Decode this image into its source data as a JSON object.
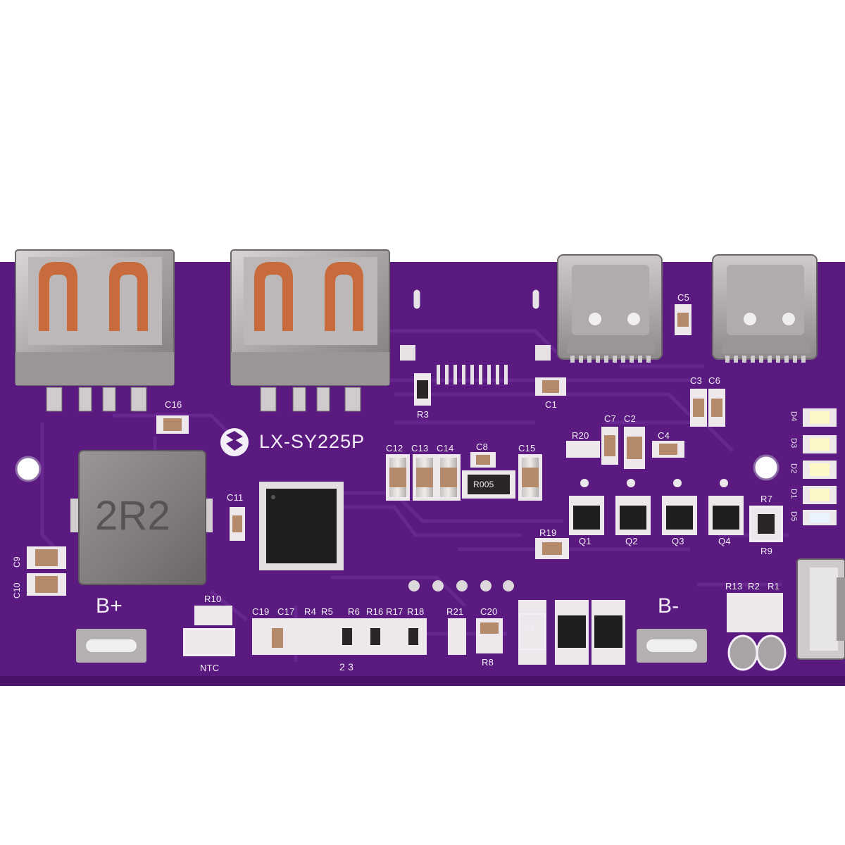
{
  "board": {
    "model_marking": "LX-SY225P",
    "inductor_marking": "2R2",
    "sense_resistor_marking": "R005",
    "colors": {
      "pcb": "#5a1a80",
      "pcb_dark": "#4a1268",
      "trace": "#6b2a93",
      "silkscreen": "#f3eef7",
      "metal": "#a9a5a6",
      "copper_contact": "#c76a3c",
      "chip": "#1f1f22",
      "background": "#ffffff"
    }
  },
  "labels": {
    "bplus": "B+",
    "bminus": "B-",
    "ntc": "NTC",
    "pin_numbers": "2 3",
    "c16": "C16",
    "c11": "C11",
    "c9": "C9",
    "c10": "C10",
    "c12": "C12",
    "c13": "C13",
    "c14": "C14",
    "c8": "C8",
    "c15": "C15",
    "c1": "C1",
    "c5": "C5",
    "c3": "C3",
    "c6": "C6",
    "c7": "C7",
    "c2": "C2",
    "c4": "C4",
    "c19": "C19",
    "c17": "C17",
    "c20": "C20",
    "r3": "R3",
    "r20": "R20",
    "r19": "R19",
    "r10": "R10",
    "r4": "R4",
    "r5": "R5",
    "r6": "R6",
    "r16": "R16",
    "r17": "R17",
    "r18": "R18",
    "r21": "R21",
    "r8": "R8",
    "r7": "R7",
    "r9": "R9",
    "r13": "R13",
    "r2": "R2",
    "r1": "R1",
    "u3": "U3",
    "q1": "Q1",
    "q2": "Q2",
    "q3": "Q3",
    "q4": "Q4",
    "d1": "D1",
    "d2": "D2",
    "d3": "D3",
    "d4": "D4",
    "d5": "D5"
  },
  "icons": [
    "usb-a-port-icon",
    "usb-c-port-icon",
    "logo-icon",
    "led-icon"
  ]
}
